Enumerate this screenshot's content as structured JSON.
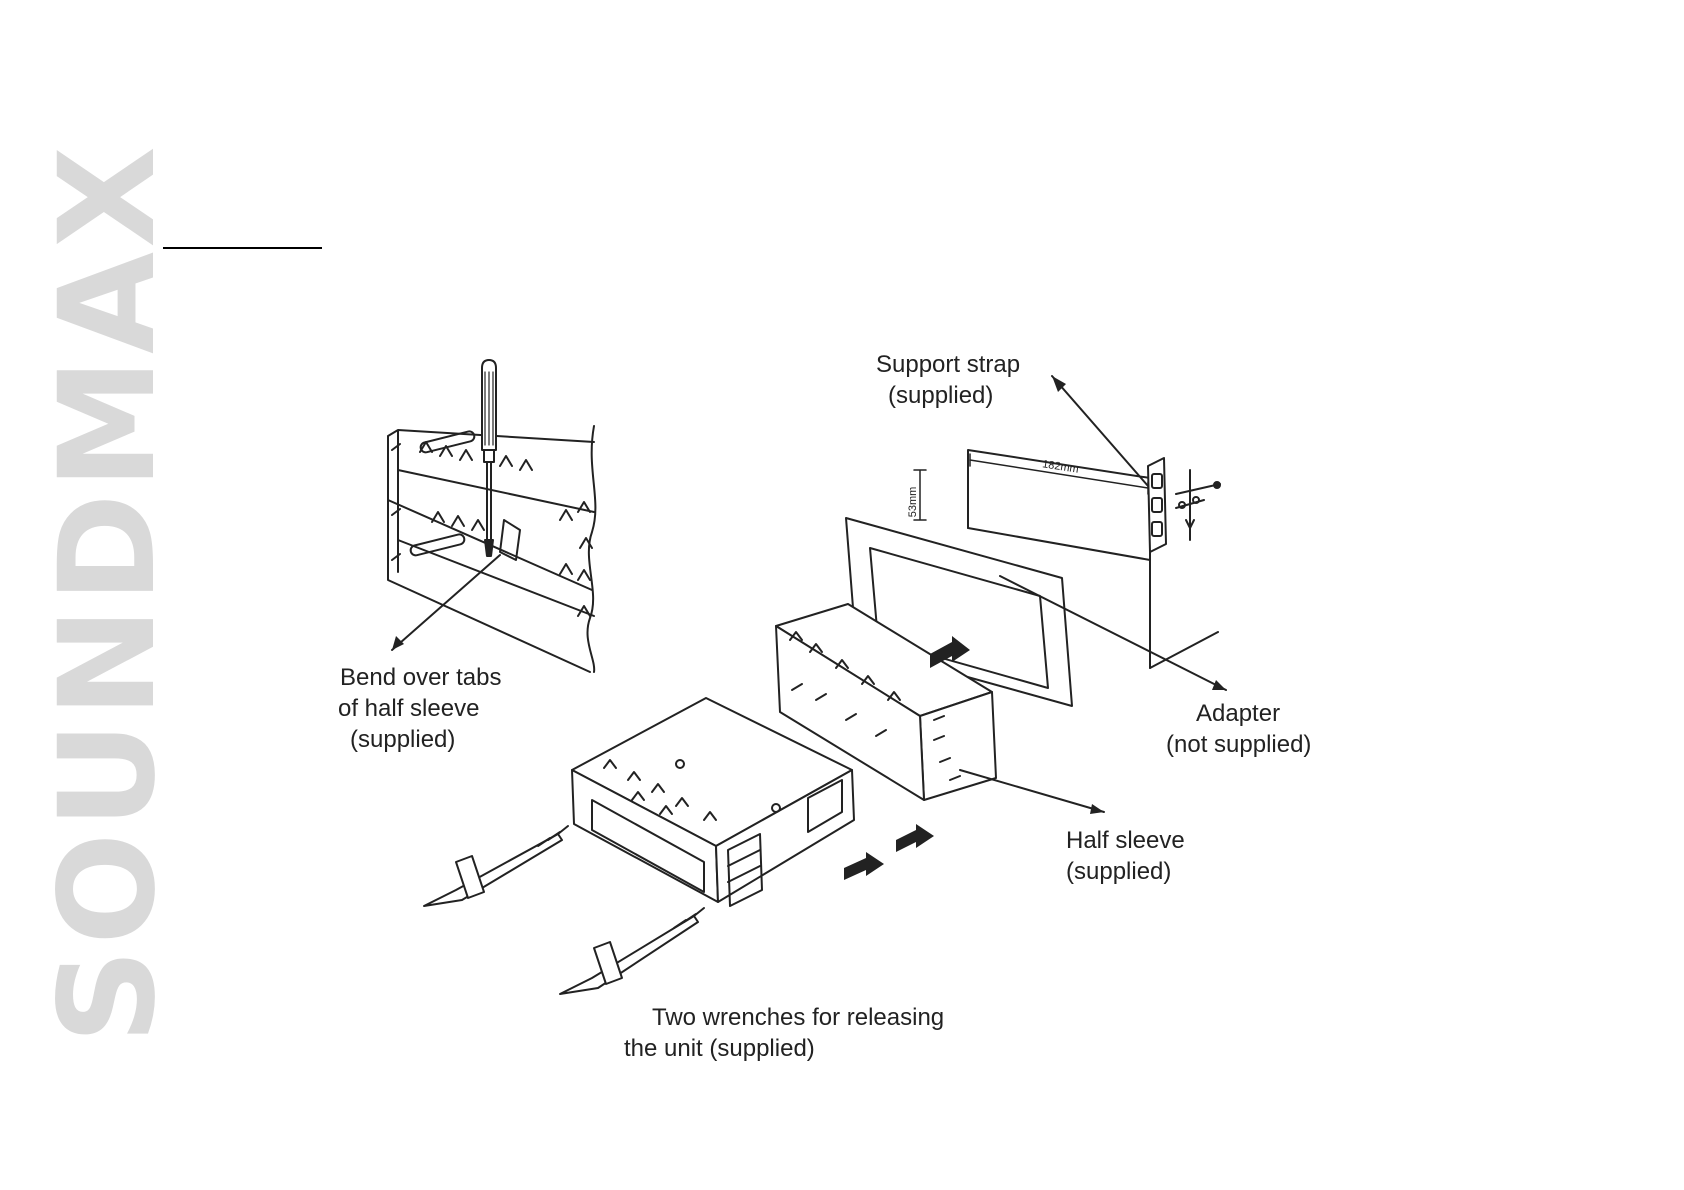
{
  "brand": {
    "text": "SOUNDMAX",
    "color": "#d9d9d9"
  },
  "labels": {
    "support_strap": {
      "line1": "Support strap",
      "line2": "(supplied)"
    },
    "bend_tabs": {
      "line1": "Bend over tabs",
      "line2": "of half sleeve",
      "line3": "(supplied)"
    },
    "adapter": {
      "line1": "Adapter",
      "line2": "(not supplied)"
    },
    "half_sleeve": {
      "line1": "Half sleeve",
      "line2": "(supplied)"
    },
    "wrenches": {
      "line1": "Two wrenches for releasing",
      "line2": "the unit (supplied)"
    }
  },
  "dimensions": {
    "height": "53mm",
    "width": "182mm"
  },
  "colors": {
    "line": "#222222",
    "fill": "#ffffff",
    "arrow": "#222222"
  }
}
